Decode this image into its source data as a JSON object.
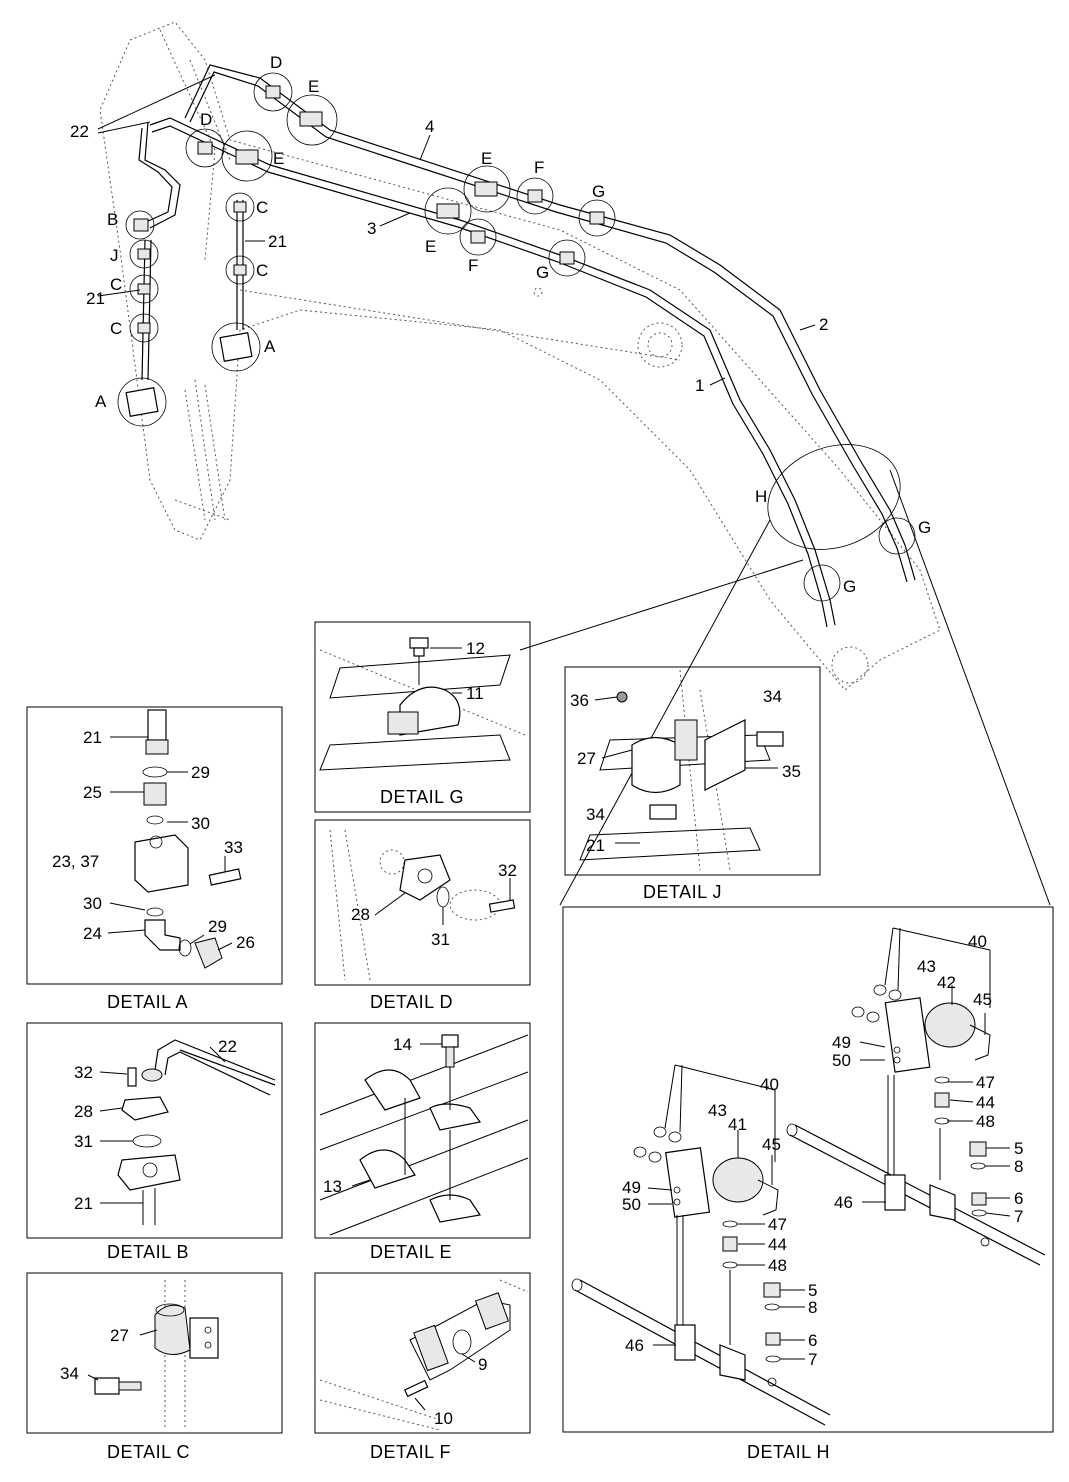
{
  "main_callouts": {
    "n22": "22",
    "n4": "4",
    "n3": "3",
    "n2": "2",
    "n1": "1",
    "n21a": "21",
    "n21b": "21",
    "D1": "D",
    "D2": "D",
    "E1": "E",
    "E2": "E",
    "E3": "E",
    "E4": "E",
    "F1": "F",
    "F2": "F",
    "G1": "G",
    "G2": "G",
    "G3": "G",
    "G4": "G",
    "B": "B",
    "J": "J",
    "C1": "C",
    "C2": "C",
    "C3": "C",
    "C4": "C",
    "A1": "A",
    "A2": "A",
    "H": "H"
  },
  "detail_g": {
    "caption": "DETAIL  G",
    "n12": "12",
    "n11": "11"
  },
  "detail_j": {
    "caption": "DETAIL  J",
    "n36": "36",
    "n34a": "34",
    "n27": "27",
    "n35": "35",
    "n34b": "34",
    "n21": "21"
  },
  "detail_a": {
    "caption": "DETAIL  A",
    "n21": "21",
    "n29a": "29",
    "n25": "25",
    "n30a": "30",
    "n2337": "23, 37",
    "n33": "33",
    "n30b": "30",
    "n24": "24",
    "n29b": "29",
    "n26": "26"
  },
  "detail_d": {
    "caption": "DETAIL  D",
    "n28": "28",
    "n31": "31",
    "n32": "32"
  },
  "detail_b": {
    "caption": "DETAIL  B",
    "n32": "32",
    "n22": "22",
    "n28": "28",
    "n31": "31",
    "n21": "21"
  },
  "detail_e": {
    "caption": "DETAIL  E",
    "n14": "14",
    "n13": "13"
  },
  "detail_c": {
    "caption": "DETAIL  C",
    "n27": "27",
    "n34": "34"
  },
  "detail_f": {
    "caption": "DETAIL  F",
    "n9": "9",
    "n10": "10"
  },
  "detail_h": {
    "caption": "DETAIL  H",
    "upper": {
      "n40": "40",
      "n43": "43",
      "n42": "42",
      "n45": "45",
      "n49": "49",
      "n50": "50",
      "n47": "47",
      "n44": "44",
      "n48": "48",
      "n5": "5",
      "n8": "8",
      "n6": "6",
      "n7": "7",
      "n46": "46"
    },
    "lower": {
      "n40": "40",
      "n43": "43",
      "n41": "41",
      "n45": "45",
      "n49": "49",
      "n50": "50",
      "n47": "47",
      "n44": "44",
      "n48": "48",
      "n5": "5",
      "n8": "8",
      "n6": "6",
      "n7": "7",
      "n46": "46"
    }
  }
}
